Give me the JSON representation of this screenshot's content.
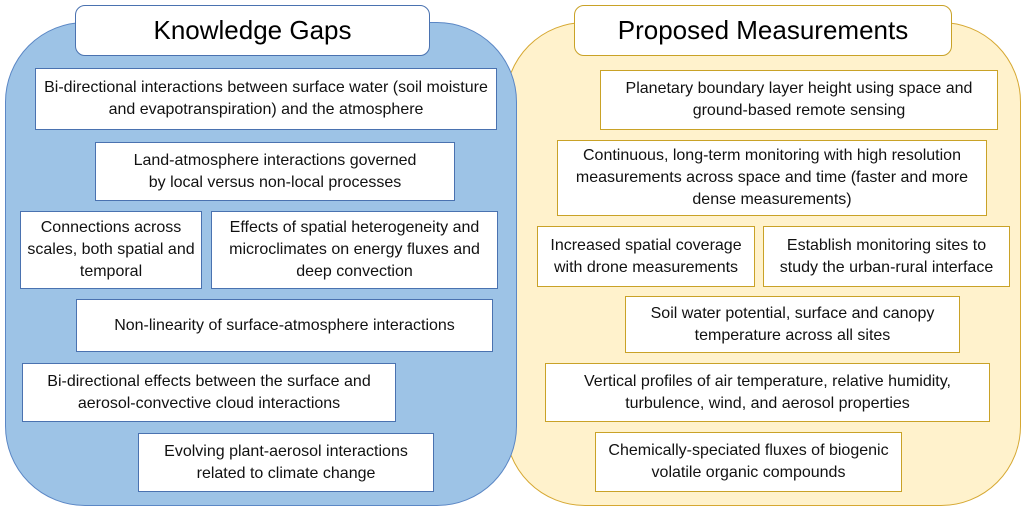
{
  "knowledge_gaps": {
    "title": "Knowledge Gaps",
    "items": [
      "Bi-directional interactions between surface water (soil moisture and evapotranspiration) and the atmosphere",
      "Land-atmosphere interactions governed by local versus non-local processes",
      "Connections across scales, both spatial and temporal",
      "Effects of spatial heterogeneity and microclimates on energy fluxes and deep convection",
      "Non-linearity of surface-atmosphere interactions",
      "Bi-directional effects between the surface and aerosol-convective cloud interactions",
      "Evolving plant-aerosol interactions related to climate change"
    ]
  },
  "proposed_measurements": {
    "title": "Proposed Measurements",
    "items": [
      "Planetary boundary layer height using space and ground-based remote sensing",
      "Continuous, long-term monitoring with high resolution measurements across space and time (faster and more dense measurements)",
      "Increased spatial coverage with drone measurements",
      "Establish monitoring sites to study the urban-rural interface",
      "Soil water potential, surface and canopy temperature across all sites",
      "Vertical profiles of air temperature, relative humidity, turbulence, wind, and aerosol properties",
      "Chemically-speciated fluxes of biogenic volatile organic compounds"
    ]
  },
  "colors": {
    "blue_panel": "#9dc3e6",
    "yellow_panel": "#fff2cc"
  }
}
